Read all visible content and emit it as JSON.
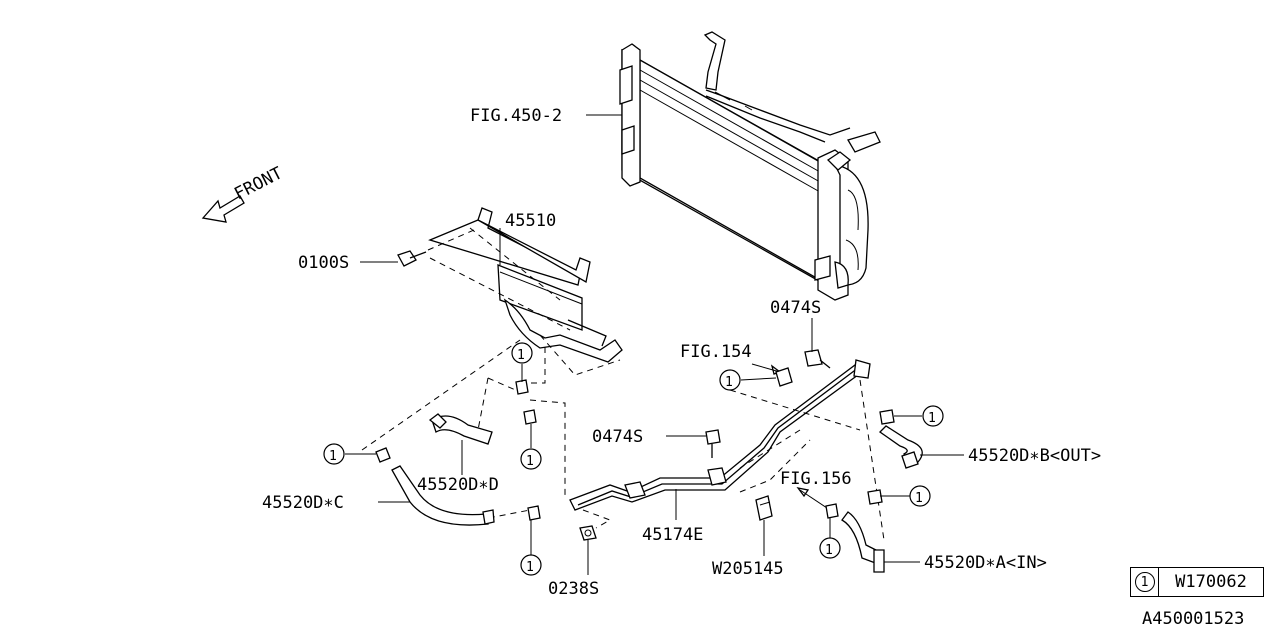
{
  "diagram": {
    "front_label": "FRONT",
    "labels": {
      "fig_450_2": "FIG.450-2",
      "part_45510": "45510",
      "part_0100s": "0100S",
      "part_0474s_top": "0474S",
      "fig_154": "FIG.154",
      "part_0474s_mid": "0474S",
      "part_45520d_b": "45520D∗B<OUT>",
      "part_45520d_d": "45520D∗D",
      "part_45520d_c": "45520D∗C",
      "fig_156": "FIG.156",
      "part_45174e": "45174E",
      "part_w205145": "W205145",
      "part_0238s": "0238S",
      "part_45520d_a": "45520D∗A<IN>"
    },
    "callout_number": "1",
    "legend": {
      "number": "1",
      "code": "W170062"
    },
    "diagram_id": "A450001523"
  }
}
